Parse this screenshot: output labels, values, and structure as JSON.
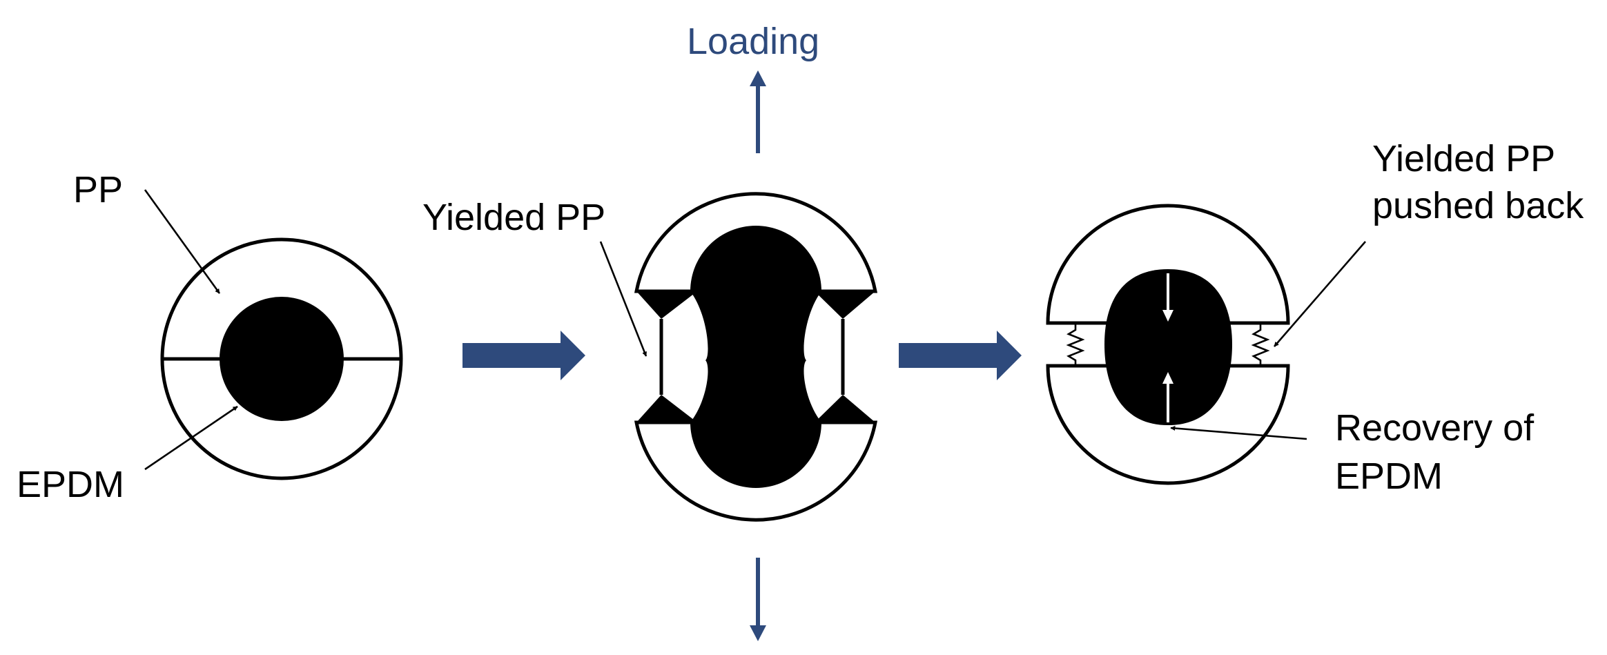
{
  "labels": {
    "loading": "Loading",
    "pp": "PP",
    "epdm": "EPDM",
    "yielded_pp": "Yielded PP",
    "yielded_pp_pushed_line1": "Yielded PP",
    "yielded_pp_pushed_line2": "pushed back",
    "recovery_line1": "Recovery of",
    "recovery_line2": "EPDM"
  },
  "colors": {
    "arrow_blue": "#2e4a7c",
    "ink": "#000000",
    "background": "#ffffff"
  }
}
